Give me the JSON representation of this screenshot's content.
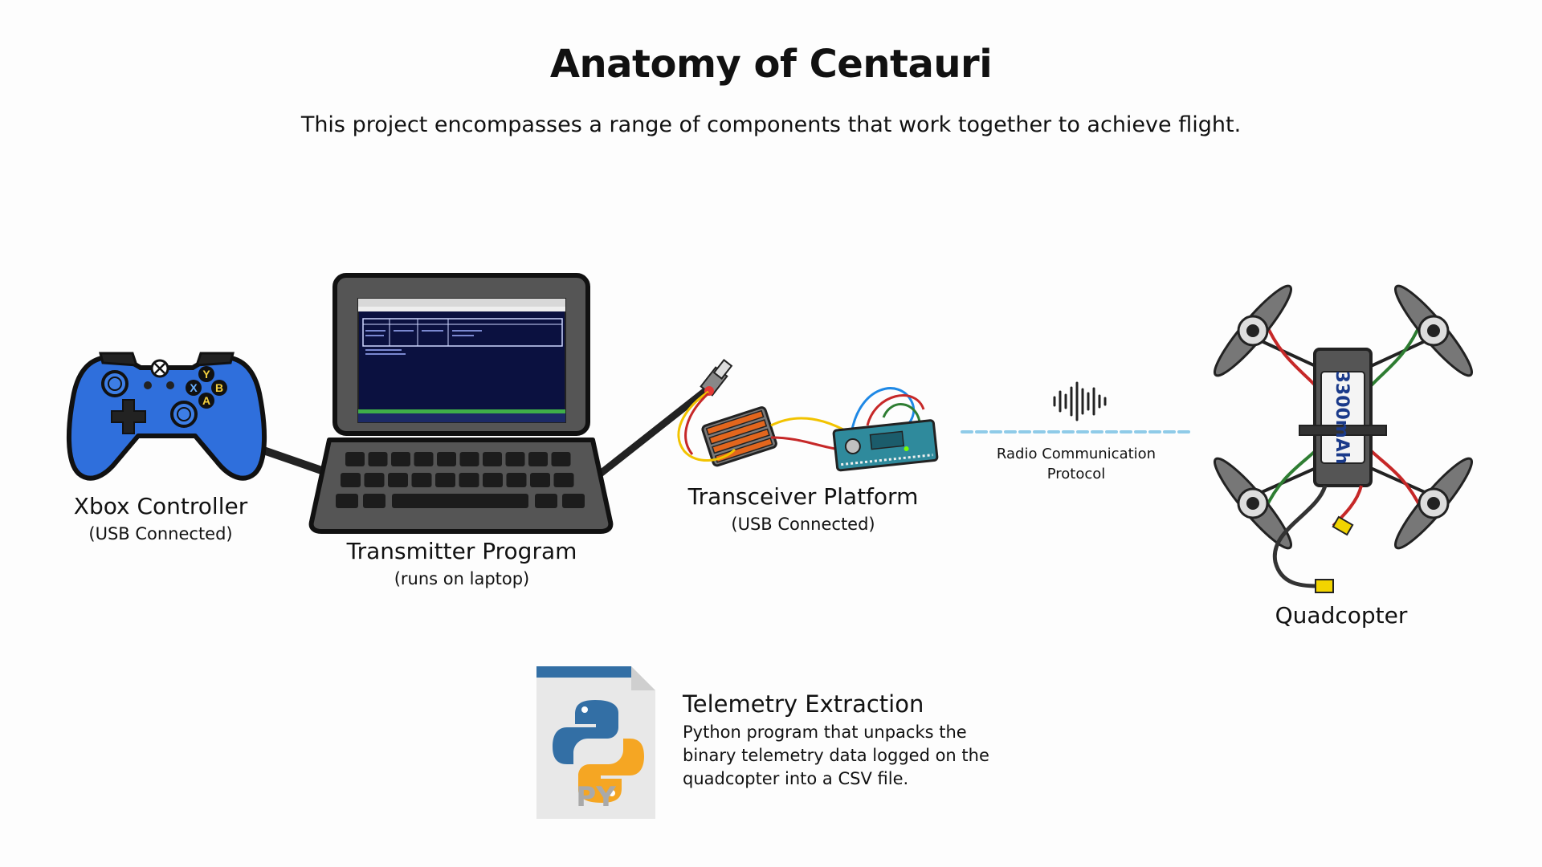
{
  "header": {
    "title": "Anatomy of Centauri",
    "subtitle": "This project encompasses a range of  components that work together to achieve flight."
  },
  "components": {
    "controller": {
      "label": "Xbox Controller",
      "sublabel": "(USB Connected)",
      "icon": "gamepad-icon",
      "buttons": {
        "y": "Y",
        "b": "B",
        "x": "X",
        "a": "A"
      },
      "color": "#2f6fdc"
    },
    "transmitter": {
      "label": "Transmitter Program",
      "sublabel": "(runs on laptop)",
      "icon": "laptop-icon"
    },
    "transceiver": {
      "label": "Transceiver Platform",
      "sublabel": "(USB Connected)",
      "icon": "circuit-board-icon"
    },
    "radio": {
      "line1": "Radio Communication",
      "line2": "Protocol",
      "icon": "sound-wave-icon",
      "link_color": "#8fcbe8"
    },
    "quadcopter": {
      "label": "Quadcopter",
      "icon": "drone-icon",
      "battery_text": "3300mAh"
    },
    "telemetry": {
      "title": "Telemetry Extraction",
      "description": "Python program that unpacks the binary telemetry data logged on the quadcopter into a CSV file.",
      "icon": "python-file-icon",
      "file_badge": "PY",
      "python_blue": "#336fa5",
      "python_yellow": "#f5a623"
    }
  }
}
